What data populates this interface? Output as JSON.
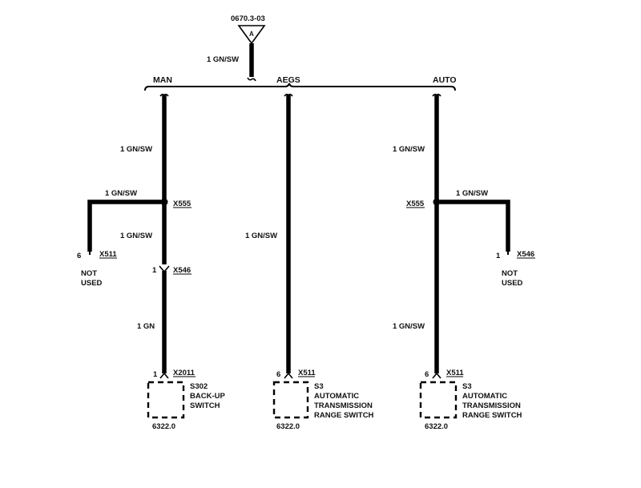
{
  "diagram": {
    "source": {
      "reference": "0670.3-03",
      "symbol_label": "A",
      "wire": "1 GN/SW"
    },
    "bus": {
      "columns": [
        "MAN",
        "AEGS",
        "AUTO"
      ]
    },
    "man": {
      "wire_upper": "1 GN/SW",
      "splice": "X555",
      "branch_wire": "1 GN/SW",
      "branch_pin": "6",
      "branch_connector": "X511",
      "branch_note_1": "NOT",
      "branch_note_2": "USED",
      "wire_mid": "1 GN/SW",
      "inline_pin": "1",
      "inline_connector": "X546",
      "wire_lower": "1 GN",
      "comp_pin": "1",
      "comp_connector": "X2011",
      "comp_id": "S302",
      "comp_name_1": "BACK-UP",
      "comp_name_2": "SWITCH",
      "comp_ref": "6322.0"
    },
    "aegs": {
      "wire": "1 GN/SW",
      "comp_pin": "6",
      "comp_connector": "X511",
      "comp_id": "S3",
      "comp_name_1": "AUTOMATIC",
      "comp_name_2": "TRANSMISSION",
      "comp_name_3": "RANGE SWITCH",
      "comp_ref": "6322.0"
    },
    "auto": {
      "wire_upper": "1 GN/SW",
      "splice": "X555",
      "branch_wire": "1 GN/SW",
      "branch_pin": "1",
      "branch_connector": "X546",
      "branch_note_1": "NOT",
      "branch_note_2": "USED",
      "wire_lower": "1 GN/SW",
      "comp_pin": "6",
      "comp_connector": "X511",
      "comp_id": "S3",
      "comp_name_1": "AUTOMATIC",
      "comp_name_2": "TRANSMISSION",
      "comp_name_3": "RANGE SWITCH",
      "comp_ref": "6322.0"
    }
  }
}
